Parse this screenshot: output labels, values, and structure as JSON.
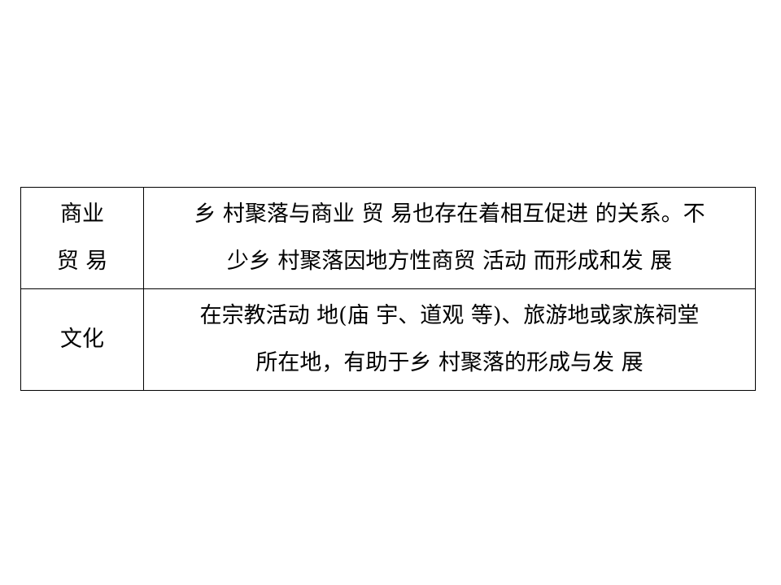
{
  "table": {
    "rows": [
      {
        "label_lines": [
          "商业",
          "贸 易"
        ],
        "content_lines": [
          "乡 村聚落与商业 贸 易也存在着相互促进 的关系。不",
          "少乡 村聚落因地方性商贸 活动 而形成和发 展"
        ]
      },
      {
        "label_lines": [
          "文化"
        ],
        "content_lines": [
          "在宗教活动 地(庙 宇、道观 等)、旅游地或家族祠堂",
          "所在地，有助于乡 村聚落的形成与发 展"
        ]
      }
    ]
  }
}
